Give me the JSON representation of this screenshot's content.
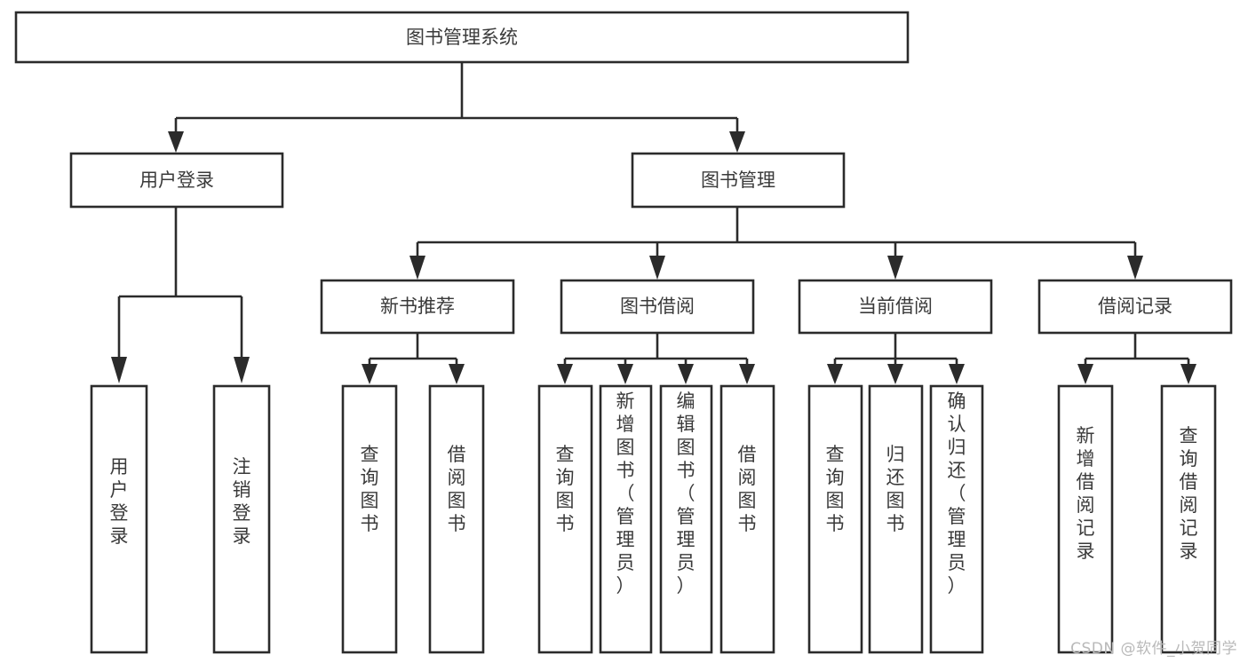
{
  "diagram": {
    "type": "tree-hierarchy-chart",
    "title": "图书管理系统",
    "colors": {
      "background": "#ffffff",
      "box_stroke": "#2b2b2b",
      "box_fill": "#ffffff",
      "text": "#3a3a3a",
      "watermark": "#b9b9b9"
    },
    "root": {
      "label": "图书管理系统"
    },
    "level2": [
      {
        "id": "user-login",
        "label": "用户登录"
      },
      {
        "id": "book-manage",
        "label": "图书管理"
      }
    ],
    "level3": [
      {
        "id": "new-book-recommend",
        "label": "新书推荐",
        "parent": "book-manage"
      },
      {
        "id": "book-borrow",
        "label": "图书借阅",
        "parent": "book-manage"
      },
      {
        "id": "current-borrow",
        "label": "当前借阅",
        "parent": "book-manage"
      },
      {
        "id": "borrow-record",
        "label": "借阅记录",
        "parent": "book-manage"
      }
    ],
    "leaves": {
      "user-login": [
        {
          "id": "leaf-user-login",
          "label": "用户登录"
        },
        {
          "id": "leaf-logout",
          "label": "注销登录"
        }
      ],
      "new-book-recommend": [
        {
          "id": "leaf-query-book-1",
          "label": "查询图书"
        },
        {
          "id": "leaf-borrow-book-1",
          "label": "借阅图书"
        }
      ],
      "book-borrow": [
        {
          "id": "leaf-query-book-2",
          "label": "查询图书"
        },
        {
          "id": "leaf-add-book",
          "label": "新增图书（管理员）"
        },
        {
          "id": "leaf-edit-book",
          "label": "编辑图书（管理员）"
        },
        {
          "id": "leaf-borrow-book-2",
          "label": "借阅图书"
        }
      ],
      "current-borrow": [
        {
          "id": "leaf-query-book-3",
          "label": "查询图书"
        },
        {
          "id": "leaf-return-book",
          "label": "归还图书"
        },
        {
          "id": "leaf-confirm-return",
          "label": "确认归还（管理员）"
        }
      ],
      "borrow-record": [
        {
          "id": "leaf-add-record",
          "label": "新增借阅记录"
        },
        {
          "id": "leaf-query-record",
          "label": "查询借阅记录"
        }
      ]
    }
  },
  "watermark": {
    "text": "CSDN @软件_小贺同学"
  }
}
